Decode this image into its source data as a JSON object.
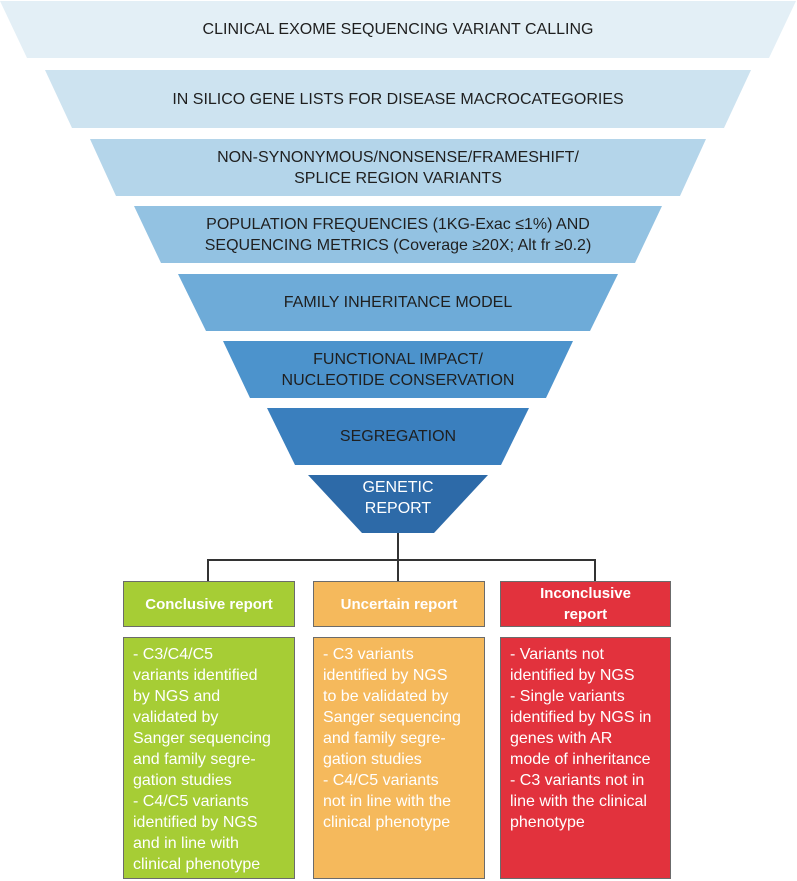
{
  "funnel": {
    "tiers": [
      {
        "lines": [
          "CLINICAL EXOME SEQUENCING VARIANT CALLING"
        ],
        "color": "#e3eff6"
      },
      {
        "lines": [
          "IN SILICO GENE LISTS FOR DISEASE MACROCATEGORIES"
        ],
        "color": "#cde3f0"
      },
      {
        "lines": [
          "NON-SYNONYMOUS/NONSENSE/FRAMESHIFT/",
          "SPLICE REGION VARIANTS"
        ],
        "color": "#b4d5ea"
      },
      {
        "lines": [
          "POPULATION FREQUENCIES (1KG-Exac ≤1%) AND",
          "SEQUENCING METRICS (Coverage ≥20X; Alt fr ≥0.2)"
        ],
        "color": "#93c2e2"
      },
      {
        "lines": [
          "FAMILY INHERITANCE MODEL"
        ],
        "color": "#6eabd8"
      },
      {
        "lines": [
          "FUNCTIONAL IMPACT/",
          "NUCLEOTIDE CONSERVATION"
        ],
        "color": "#4c93cc"
      },
      {
        "lines": [
          "SEGREGATION"
        ],
        "color": "#3a7fbe"
      },
      {
        "lines": [
          "GENETIC",
          "REPORT"
        ],
        "color": "#2d6aa8"
      }
    ]
  },
  "outcomes": [
    {
      "title": [
        "Conclusive report"
      ],
      "color": "#a6cd35",
      "title_color": "#ffffff",
      "lines": [
        "- C3/C4/C5",
        "variants identified",
        "by NGS and",
        "validated by",
        "Sanger sequencing",
        "and family segre-",
        "gation studies",
        "- C4/C5 variants",
        "identified by NGS",
        "and in line with",
        "clinical phenotype"
      ]
    },
    {
      "title": [
        "Uncertain report"
      ],
      "color": "#f5b95c",
      "title_color": "#ffffff",
      "lines": [
        "- C3 variants",
        "identified by NGS",
        "to be validated by",
        "Sanger sequencing",
        "and family segre-",
        "gation studies",
        "- C4/C5 variants",
        "not in line with the",
        "clinical phenotype"
      ]
    },
    {
      "title": [
        "Inconclusive",
        "report"
      ],
      "color": "#e2323d",
      "title_color": "#ffffff",
      "lines": [
        "- Variants not",
        "identified by NGS",
        "- Single variants",
        "identified by NGS in",
        "genes with AR",
        "mode of inheritance",
        "- C3 variants not in",
        "line with the clinical",
        "phenotype"
      ]
    }
  ]
}
